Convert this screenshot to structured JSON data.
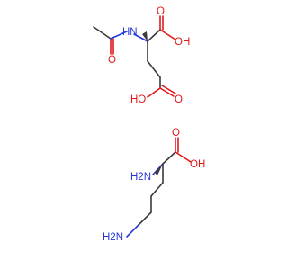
{
  "molecules": [
    {
      "atoms": {
        "methyl_label": "",
        "amide_o": "O",
        "amide_nh": "HN",
        "acid1_o": "O",
        "acid1_oh": "OH",
        "acid2_o": "O",
        "acid2_oh": "HO"
      }
    },
    {
      "atoms": {
        "amine_alpha": "H2N",
        "acid_o": "O",
        "acid_oh": "OH",
        "amine_terminal": "H2N"
      }
    }
  ],
  "colors": {
    "bond": "#3a3a3a",
    "oxygen": "#e0191d",
    "nitrogen": "#2436d6",
    "background": "#ffffff"
  }
}
